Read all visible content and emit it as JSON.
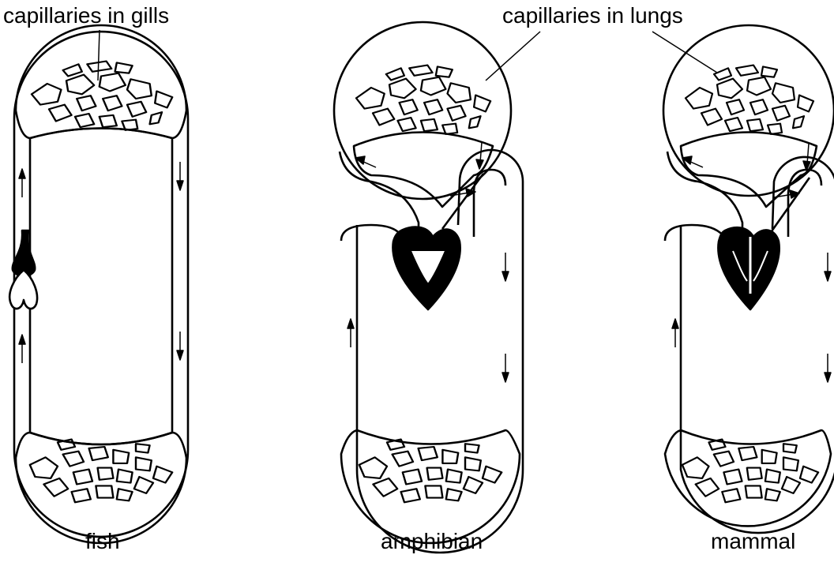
{
  "labels": {
    "capillaries_gills": "capillaries in gills",
    "capillaries_lungs": "capillaries in lungs",
    "fish": "fish",
    "amphibian": "amphibian",
    "mammal": "mammal"
  }
}
